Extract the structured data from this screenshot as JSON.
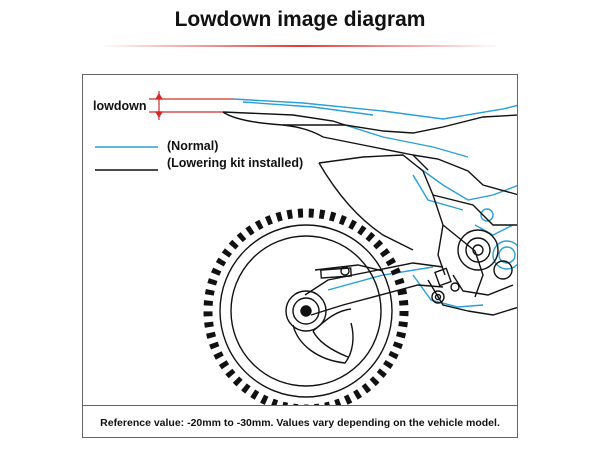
{
  "header": {
    "title": "Lowdown image diagram"
  },
  "diagram": {
    "lowdown_label": "lowdown",
    "legend": {
      "normal": {
        "label": "(Normal)",
        "color": "#2a9fd8"
      },
      "lowered": {
        "label": "(Lowering kit installed)",
        "color": "#111111"
      }
    },
    "dimension_color": "#d42a2a",
    "footer_note": "Reference value: -20mm to -30mm. Values vary depending on the vehicle model."
  }
}
